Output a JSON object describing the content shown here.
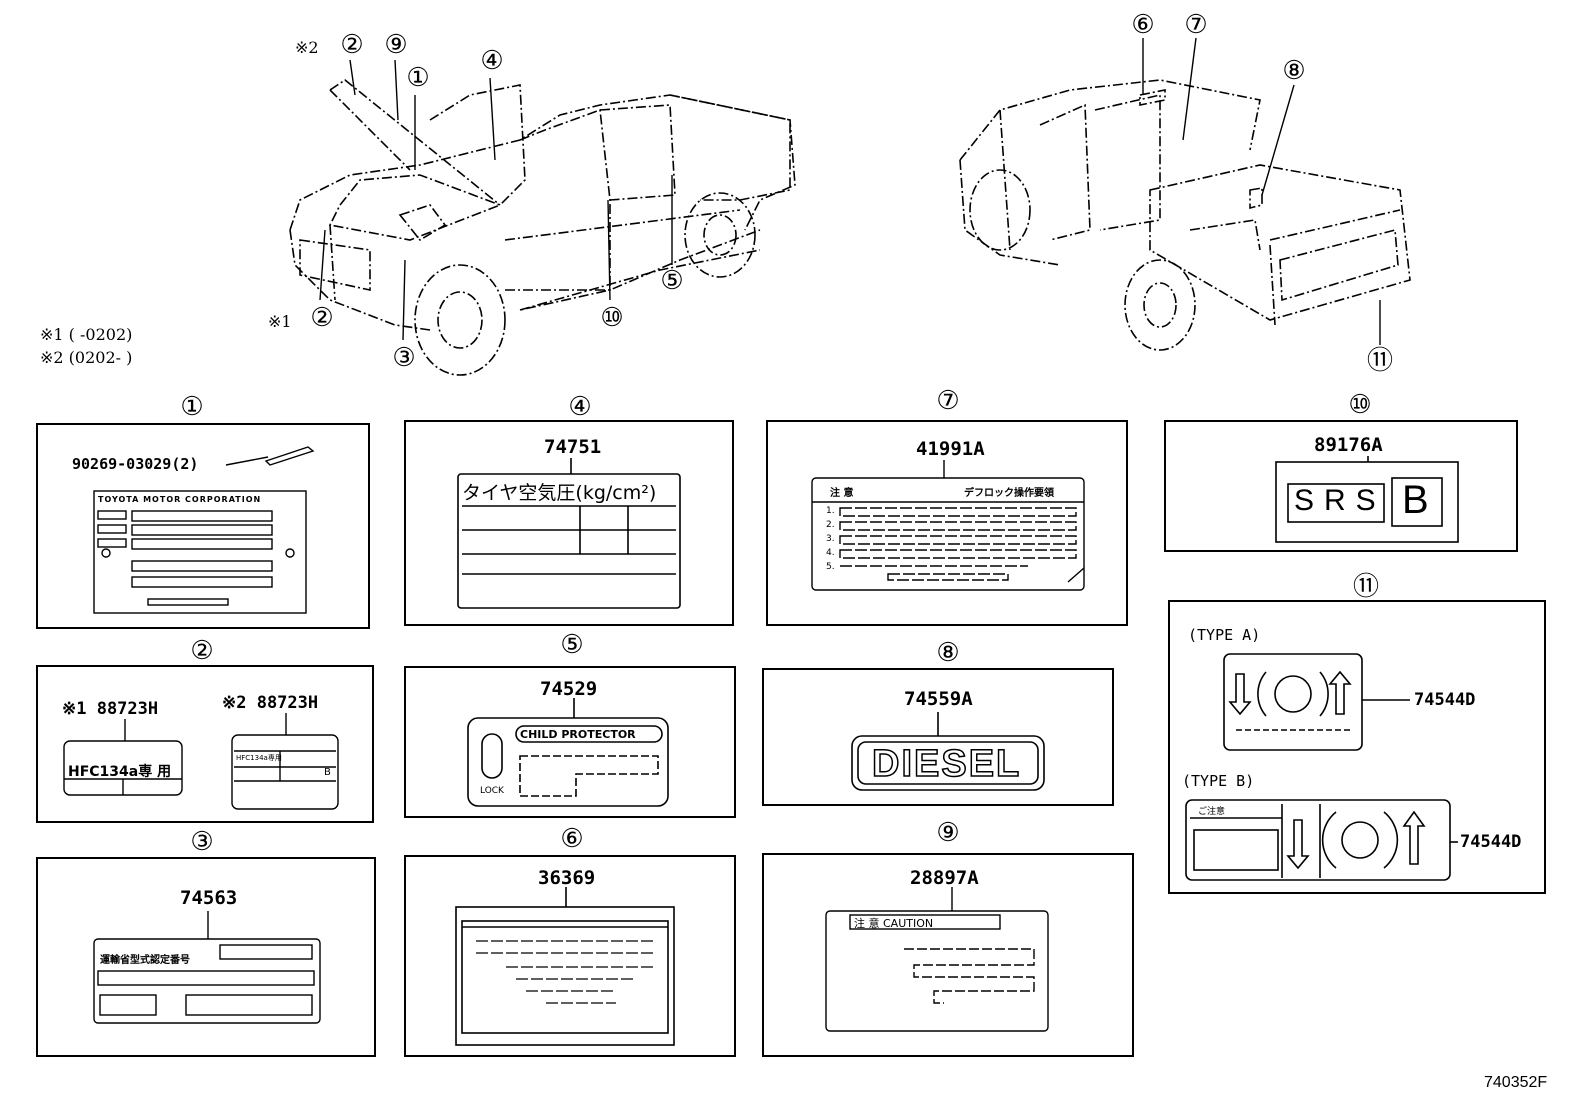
{
  "diagram_id": "740352F",
  "notes": {
    "note1": "※1 (      -0202)",
    "note2": "※2 (0202-      )"
  },
  "callouts": {
    "c1": "①",
    "c2": "②",
    "c3": "③",
    "c4": "④",
    "c5": "⑤",
    "c6": "⑥",
    "c7": "⑦",
    "c8": "⑧",
    "c9": "⑨",
    "c10": "⑩",
    "c11": "⑪",
    "star1": "※1",
    "star2": "※2"
  },
  "panels": {
    "p1": {
      "num": "①",
      "part": "90269-03029(2)",
      "plate_text": "TOYOTA MOTOR CORPORATION"
    },
    "p2": {
      "num": "②",
      "part_a": "※1 88723H",
      "part_b": "※2 88723H",
      "label_a": "HFC134a専 用",
      "label_b_small": "HFC134a専用",
      "label_b_b": "B"
    },
    "p3": {
      "num": "③",
      "part": "74563",
      "label_text": "運輸省型式認定番号"
    },
    "p4": {
      "num": "④",
      "part": "74751",
      "label_text": "タイヤ空気圧(kg/cm²)"
    },
    "p5": {
      "num": "⑤",
      "part": "74529",
      "label_text": "CHILD PROTECTOR",
      "lock": "LOCK"
    },
    "p6": {
      "num": "⑥",
      "part": "36369"
    },
    "p7": {
      "num": "⑦",
      "part": "41991A",
      "caution": "注 意",
      "title": "デフロック操作要領",
      "rows": [
        "1.",
        "2.",
        "3.",
        "4.",
        "5."
      ]
    },
    "p8": {
      "num": "⑧",
      "part": "74559A",
      "label_text": "DIESEL"
    },
    "p9": {
      "num": "⑨",
      "part": "28897A",
      "label_text": "注 意  CAUTION"
    },
    "p10": {
      "num": "⑩",
      "part": "89176A",
      "srs": "SRS",
      "b": "B"
    },
    "p11": {
      "num": "⑪",
      "type_a": "(TYPE A)",
      "type_b": "(TYPE B)",
      "part_a": "74544D",
      "part_b": "74544D",
      "goui": "ご注意"
    }
  }
}
